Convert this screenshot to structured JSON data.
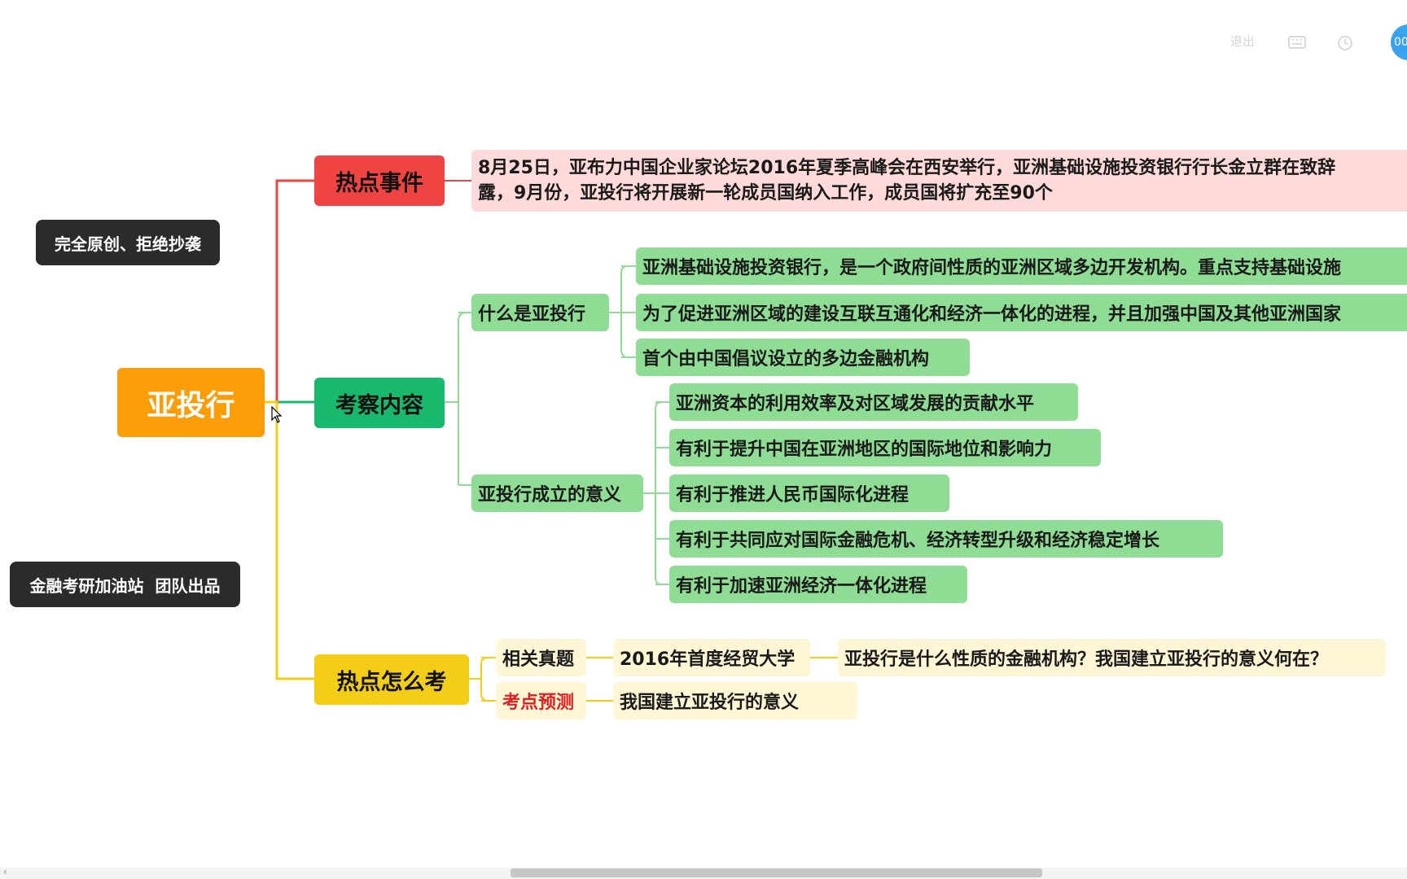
{
  "root": {
    "label": "亚投行"
  },
  "badges": {
    "original": "完全原创、拒绝抄袭",
    "team": "金融考研加油站  团队出品"
  },
  "hot_event": {
    "label": "热点事件",
    "text_line1": "8月25日，亚布力中国企业家论坛2016年夏季高峰会在西安举行，亚洲基础设施投资银行行长金立群在致辞",
    "text_line2": "露，9月份，亚投行将开展新一轮成员国纳入工作，成员国将扩充至90个"
  },
  "exam_content": {
    "label": "考察内容",
    "what_is": {
      "label": "什么是亚投行",
      "items": [
        "亚洲基础设施投资银行，是一个政府间性质的亚洲区域多边开发机构。重点支持基础设施",
        "为了促进亚洲区域的建设互联互通化和经济一体化的进程，并且加强中国及其他亚洲国家",
        "首个由中国倡议设立的多边金融机构"
      ]
    },
    "significance": {
      "label": "亚投行成立的意义",
      "items": [
        "亚洲资本的利用效率及对区域发展的贡献水平",
        "有利于提升中国在亚洲地区的国际地位和影响力",
        "有利于推进人民币国际化进程",
        "有利于共同应对国际金融危机、经济转型升级和经济稳定增长",
        "有利于加速亚洲经济一体化进程"
      ]
    }
  },
  "how_to_test": {
    "label": "热点怎么考",
    "past_questions": {
      "label": "相关真题",
      "source": "2016年首度经贸大学",
      "question": "亚投行是什么性质的金融机构？我国建立亚投行的意义何在？"
    },
    "prediction": {
      "label": "考点预测",
      "text": "我国建立亚投行的意义"
    }
  },
  "toolbar": {
    "exit_label": "退出",
    "avatar_text": "00"
  },
  "colors": {
    "root": "#fb9d07",
    "red": "#f04443",
    "green": "#18b96d",
    "yellow": "#f4cd16",
    "prediction_text": "#e02020"
  }
}
